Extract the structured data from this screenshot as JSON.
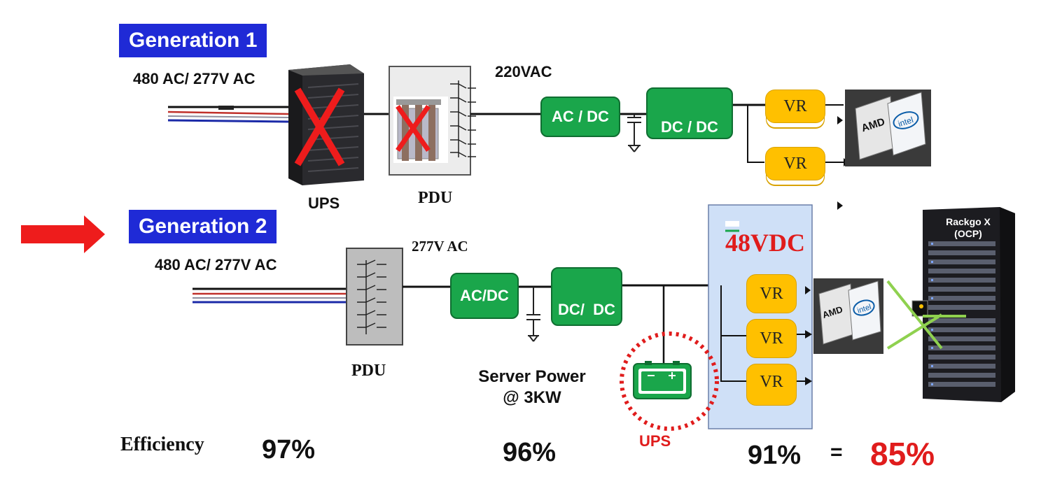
{
  "gen1": {
    "label": "Generation 1",
    "input": "480 AC/ 277V AC",
    "bus_voltage": "220VAC",
    "ups": "UPS",
    "pdu": "PDU",
    "acdc_a": "AC",
    "acdc_b": "DC",
    "dcdc_a": "DC",
    "dcdc_b": "DC",
    "vr": [
      "VR",
      "VR"
    ]
  },
  "gen2": {
    "label": "Generation 2",
    "input": "480 AC/ 277V AC",
    "bus_voltage": "277V AC",
    "pdu": "PDU",
    "acdc": "AC/DC",
    "dcdc_a": "DC/",
    "dcdc_b": "DC",
    "bus_dc": "48VDC",
    "vr": [
      "VR",
      "VR",
      "VR"
    ],
    "server_power": [
      "Server Power",
      "@ 3KW"
    ],
    "ups": "UPS",
    "rack_label": [
      "Rackgo X",
      "(OCP)"
    ]
  },
  "chip_labels": [
    "AMD",
    "intel"
  ],
  "efficiency": {
    "label": "Efficiency",
    "pdu": "97%",
    "conversion": "96%",
    "vr": "91%",
    "equals": "=",
    "total": "85%"
  },
  "colors": {
    "gen_label_bg": "#1f2ad6",
    "converter": "#1aa64b",
    "vr": "#ffc000",
    "x_mark": "#ee1c1c",
    "arrow": "#ee1c1c",
    "panel": "#cfe0f7",
    "total_pct": "#e01c1c"
  }
}
